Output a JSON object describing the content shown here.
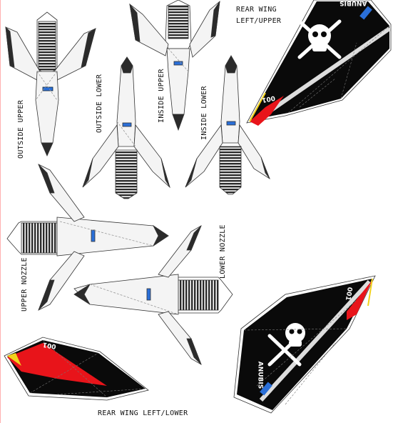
{
  "labels": {
    "rear_wing_left_upper_1": "REAR WING",
    "rear_wing_left_upper_2": "LEFT/UPPER",
    "rear_wing_left_lower": "REAR WING LEFT/LOWER",
    "outside_upper": "OUTSIDE UPPER",
    "outside_lower": "OUTSIDE LOWER",
    "inside_upper": "INSIDE UPPER",
    "inside_lower": "INSIDE LOWER",
    "upper_nozzle": "UPPER NOZZLE",
    "lower_nozzle": "LOWER NOZZLE"
  },
  "decals": {
    "name": "ANUBIS",
    "number": "001"
  },
  "colors": {
    "wing_black": "#0a0a0a",
    "stripe_red": "#e8141a",
    "nozzle_dark": "#2b2b2b",
    "panel_white": "#f4f4f4",
    "accent_blue": "#2a6fd8",
    "accent_yellow": "#f2d21b"
  }
}
